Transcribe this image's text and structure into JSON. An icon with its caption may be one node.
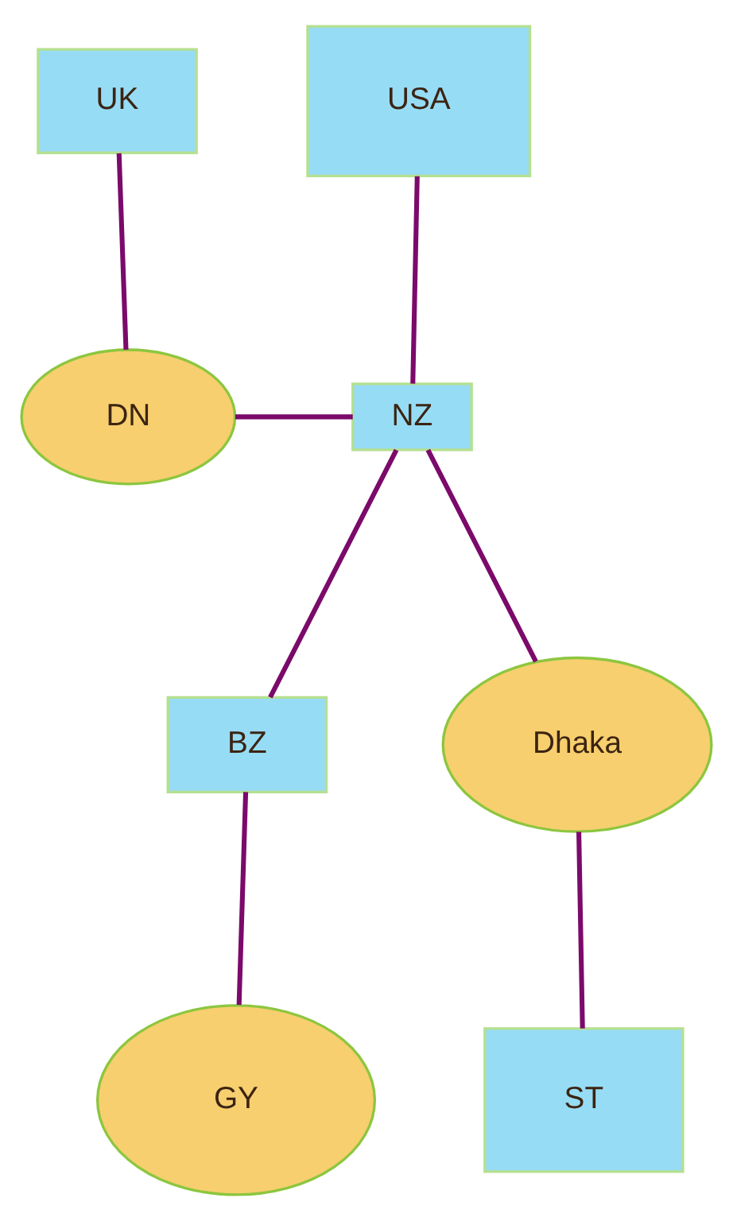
{
  "diagram": {
    "nodes": [
      {
        "text": [
          "UK"
        ]
      },
      {
        "text": [
          "USA"
        ]
      },
      {
        "text": [
          "DN"
        ]
      },
      {
        "text": [
          "NZ"
        ]
      },
      {
        "text": [
          "BZ"
        ]
      },
      {
        "text": [
          "Dhaka"
        ]
      },
      {
        "text": [
          "GY"
        ]
      },
      {
        "text": [
          "ST"
        ]
      }
    ],
    "edges": [
      {
        "from": 0,
        "to": 2,
        "arrow": "none"
      },
      {
        "from": 2,
        "to": 3,
        "arrow": "none"
      },
      {
        "from": 1,
        "to": 3,
        "arrow": "none"
      },
      {
        "from": 3,
        "to": 4,
        "arrow": "none"
      },
      {
        "from": 3,
        "to": 5,
        "arrow": "none"
      },
      {
        "from": 4,
        "to": 6,
        "arrow": "none"
      },
      {
        "from": 5,
        "to": 7,
        "arrow": "none"
      }
    ]
  }
}
